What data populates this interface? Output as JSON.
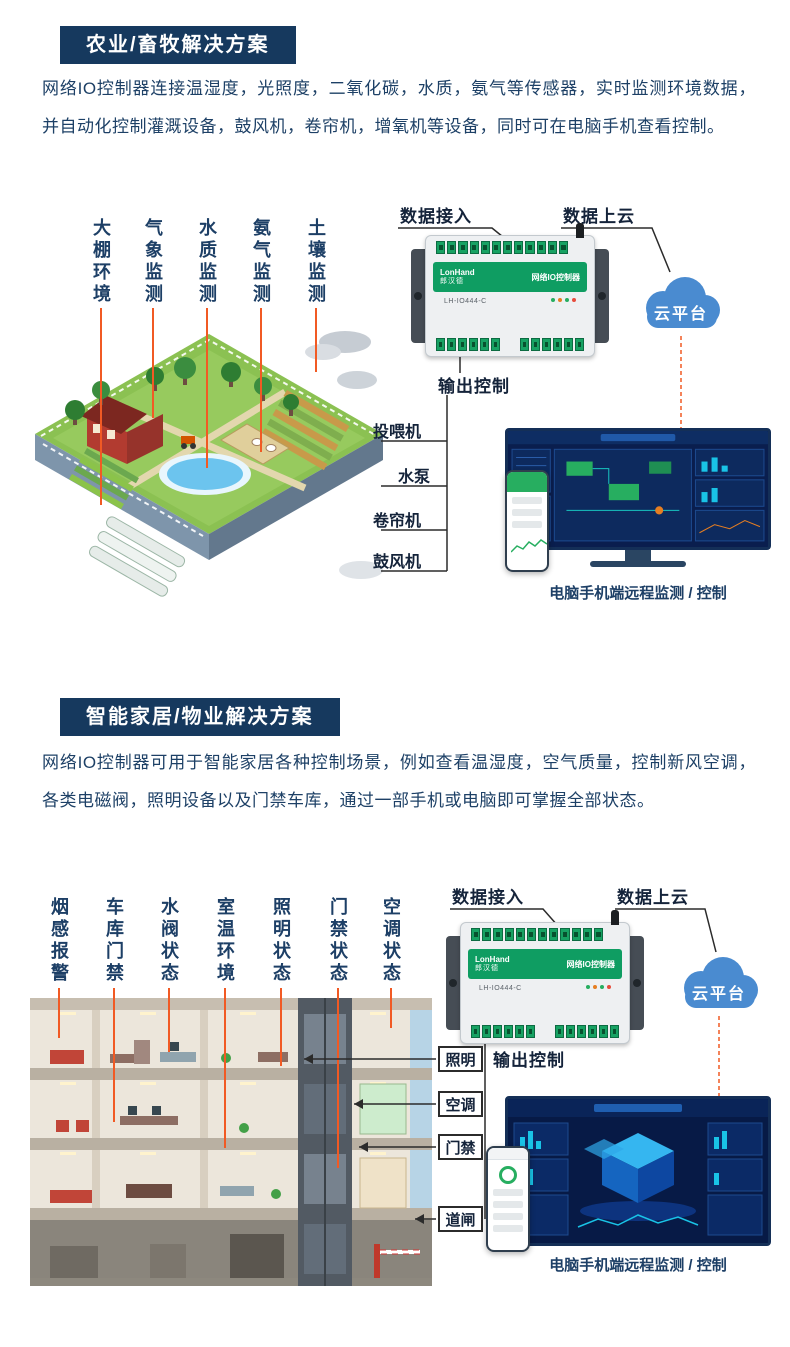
{
  "colors": {
    "heading_bg": "#16395e",
    "body_text": "#1d4066",
    "connector_orange": "#f15a24",
    "connector_dark": "#2b2b2b",
    "cloud_blue": "#4a8bd0",
    "device_green": "#0f9d62",
    "screen_navy": "#0a1e4e"
  },
  "device": {
    "brand_en": "LonHand",
    "brand_cn": "郎汉德",
    "name": "网络IO控制器",
    "model": "LH-IO444-C"
  },
  "flow": {
    "data_in": "数据接入",
    "data_cloud": "数据上云",
    "cloud": "云平台",
    "output": "输出控制",
    "caption": "电脑手机端远程监测 / 控制"
  },
  "section_agri": {
    "title": "农业/畜牧解决方案",
    "description": "网络IO控制器连接温湿度，光照度，二氧化碳，水质，氨气等传感器，实时监测环境数据，并自动化控制灌溉设备，鼓风机，卷帘机，增氧机等设备，同时可在电脑手机查看控制。",
    "monitors": [
      "大棚环境",
      "气象监测",
      "水质监测",
      "氨气监测",
      "土壤监测"
    ],
    "outputs": [
      "投喂机",
      "水泵",
      "卷帘机",
      "鼓风机"
    ]
  },
  "section_home": {
    "title": "智能家居/物业解决方案",
    "description": "网络IO控制器可用于智能家居各种控制场景，例如查看温湿度，空气质量，控制新风空调，各类电磁阀，照明设备以及门禁车库，通过一部手机或电脑即可掌握全部状态。",
    "monitors": [
      "烟感报警",
      "车库门禁",
      "水阀状态",
      "室温环境",
      "照明状态",
      "门禁状态",
      "空调状态"
    ],
    "outputs": [
      "照明",
      "空调",
      "门禁",
      "道闸"
    ]
  }
}
